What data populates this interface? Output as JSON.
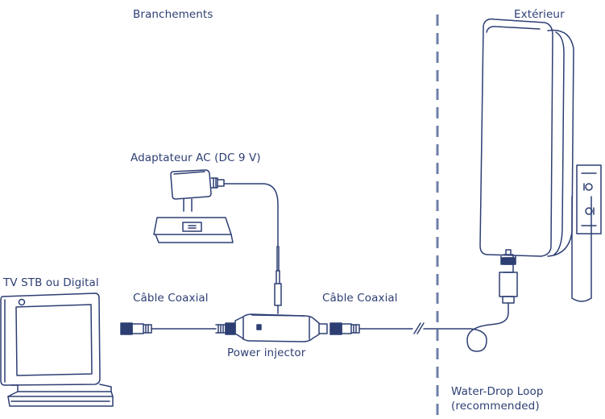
{
  "diagram": {
    "section_title": "Branchements",
    "outdoor_label": "Extérieur",
    "ac_adapter_label": "Adaptateur AC (DC 9 V)",
    "tv_label": "TV STB ou Digital",
    "coax_left_label": "Câble Coaxial",
    "coax_right_label": "Câble Coaxial",
    "injector_label": "Power injector",
    "loop_label_line1": "Water-Drop Loop",
    "loop_label_line2": "(recommended)"
  },
  "colors": {
    "stroke": "#2d3e73",
    "text": "#2d3e73",
    "background": "#ffffff",
    "divider": "#6e7fa8"
  },
  "icons": [
    "tv-monitor-icon",
    "ac-adapter-icon",
    "wall-outlet-icon",
    "power-injector-icon",
    "coax-connector-icon",
    "outdoor-antenna-icon"
  ]
}
